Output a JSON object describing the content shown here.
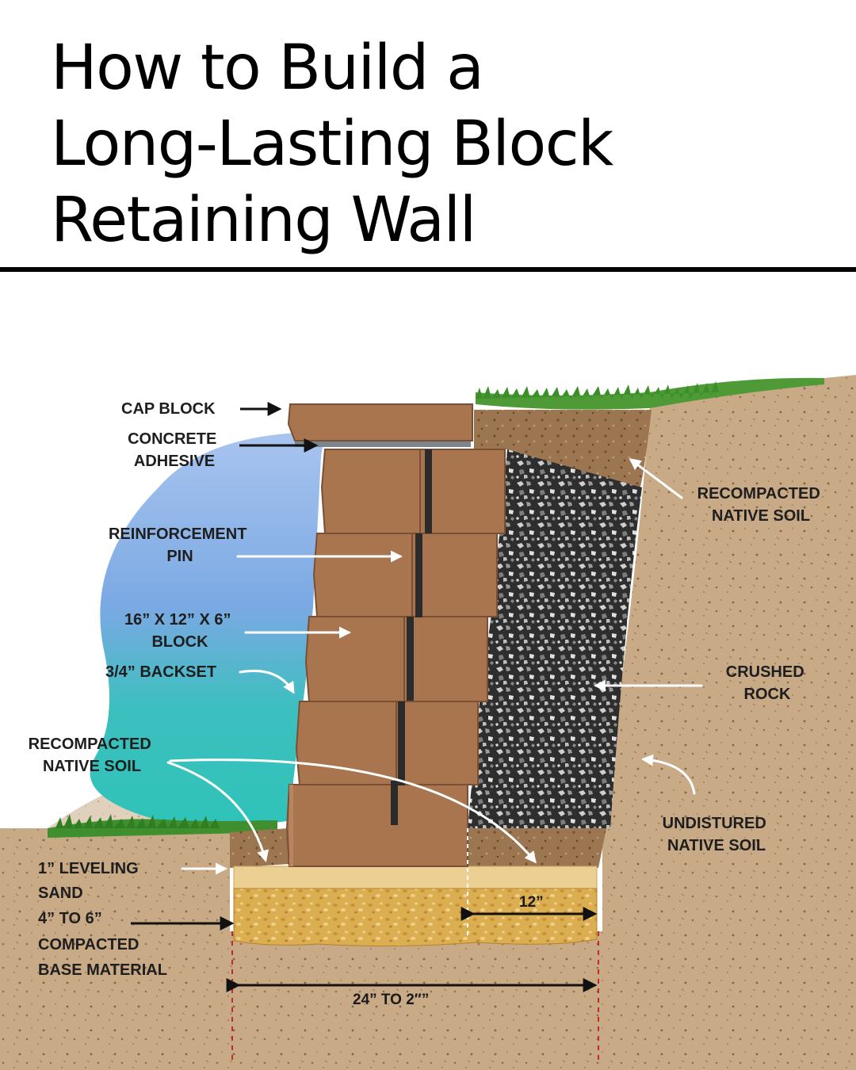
{
  "title": {
    "lines": [
      "How to Build a",
      "Long-Lasting Block",
      "Retaining Wall"
    ]
  },
  "labels": {
    "cap_block": "CAP BLOCK",
    "concrete_adhesive": [
      "CONCRETE",
      "ADHESIVE"
    ],
    "reinforcement_pin": [
      "REINFORCEMENT",
      "PIN"
    ],
    "block_size": [
      "16” X 12” X 6”",
      "BLOCK"
    ],
    "backset": "3/4” BACKSET",
    "recompacted_native_soil_left": [
      "RECOMPACTED",
      "NATIVE SOIL"
    ],
    "leveling_sand": [
      "1” LEVELING",
      "SAND"
    ],
    "base_material": [
      "4” TO 6”",
      "COMPACTED",
      "BASE MATERIAL"
    ],
    "recompacted_native_soil_right": [
      "RECOMPACTED",
      "NATIVE SOIL"
    ],
    "crushed_rock": [
      "CRUSHED",
      "ROCK"
    ],
    "undisturbed_native_soil": [
      "UNDISTURED",
      "NATIVE SOIL"
    ]
  },
  "measurements": {
    "rock_width": "12”",
    "base_width": "24” TO 2″”"
  },
  "colors": {
    "soil": "#c9a984",
    "soil_dark": "#8f6a45",
    "block": "#a9754f",
    "crushed_rock": "#3a3a3a",
    "sand": "#e2c98c",
    "base": "#d9a84a",
    "sky_blue": "#8fb3e6",
    "teal": "#3fc1c1",
    "grass": "#3f8f2f"
  }
}
